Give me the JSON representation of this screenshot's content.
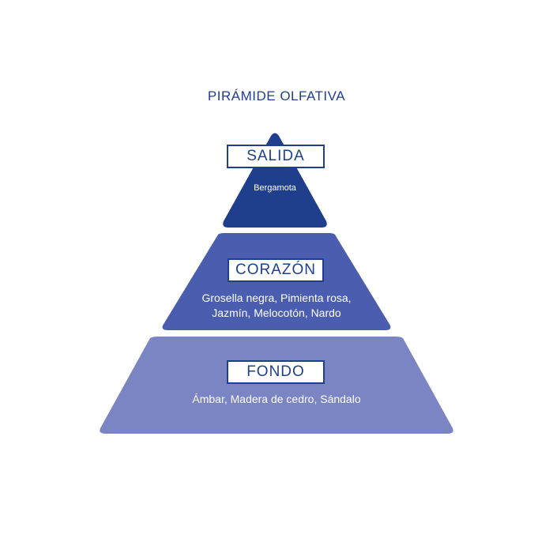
{
  "title": "PIRÁMIDE OLFATIVA",
  "colors": {
    "title_text": "#1f3f8c",
    "label_border": "#1f3f8c",
    "salida_fill": "#1f3f8c",
    "corazon_fill": "#4a5dae",
    "fondo_fill": "#7b85c3",
    "notes_text": "#ffffff"
  },
  "tiers": [
    {
      "label": "SALIDA",
      "notes_line1": "Bergamota",
      "notes_line2": ""
    },
    {
      "label": "CORAZÓN",
      "notes_line1": "Grosella negra, Pimienta rosa,",
      "notes_line2": "Jazmín, Melocotón, Nardo"
    },
    {
      "label": "FONDO",
      "notes_line1": "Ámbar, Madera de cedro, Sándalo",
      "notes_line2": ""
    }
  ]
}
